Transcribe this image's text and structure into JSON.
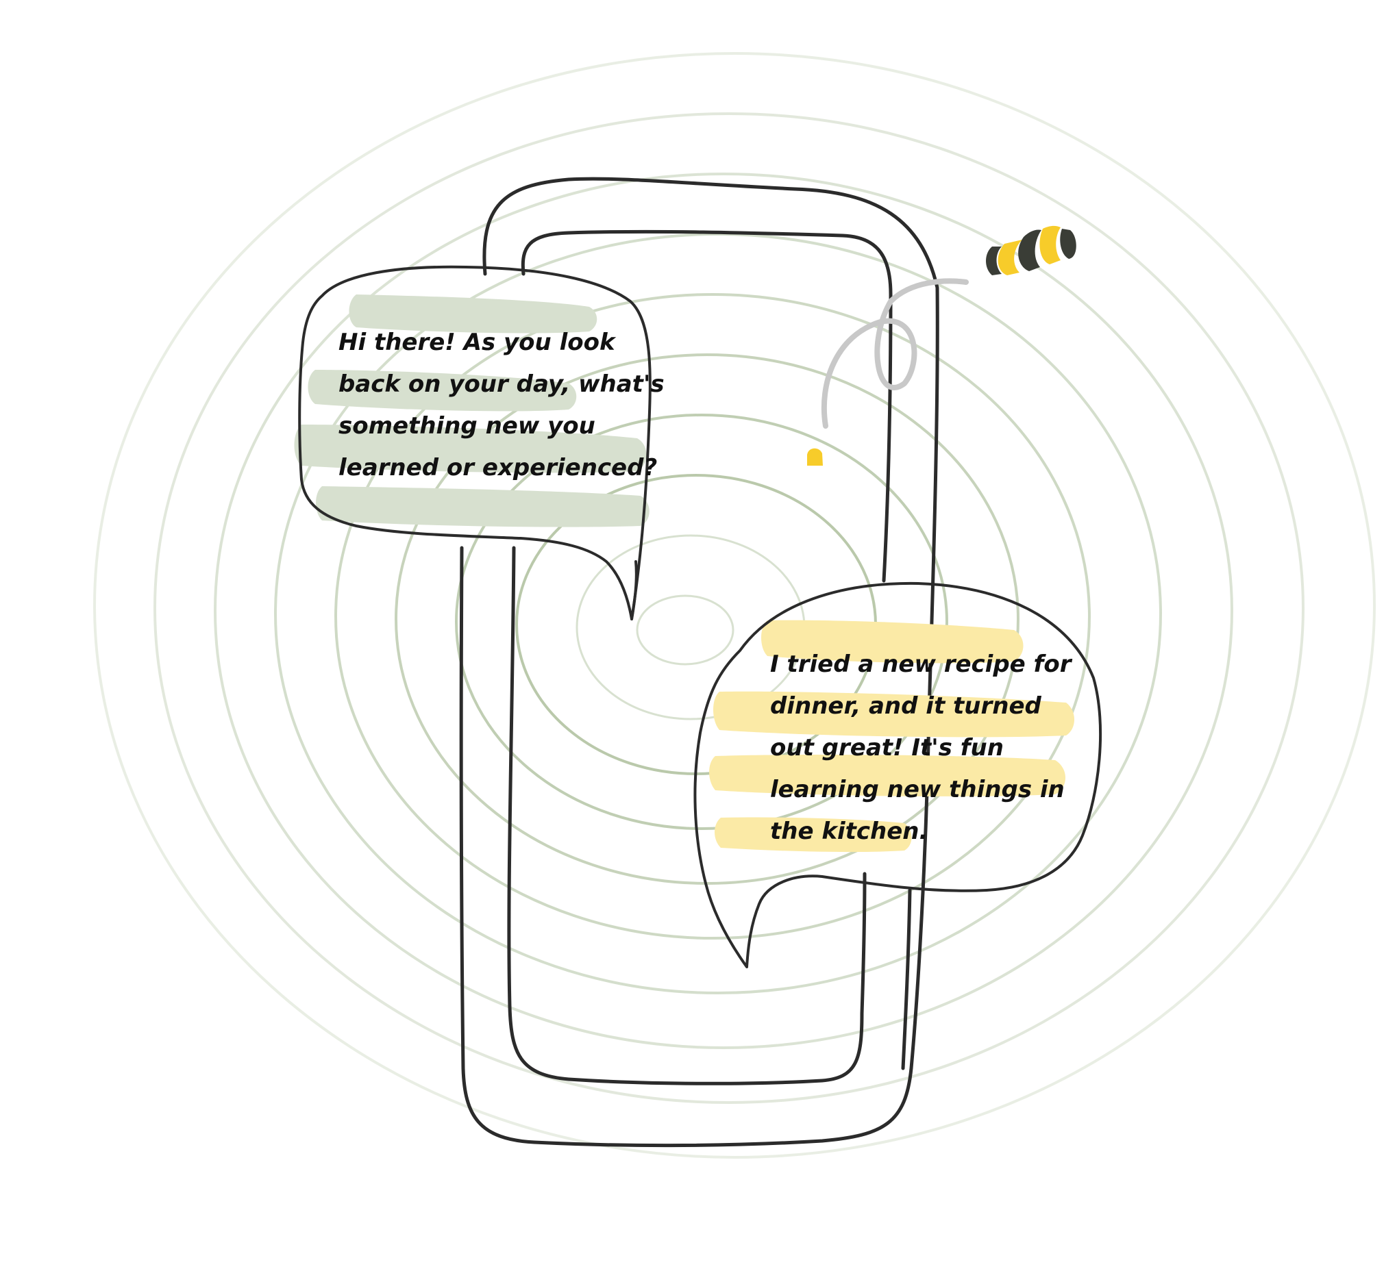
{
  "bot_message": {
    "lines": [
      "Hi there! As you look",
      "back on your day, what's",
      "something new you",
      "learned or experienced?"
    ]
  },
  "user_message": {
    "lines": [
      "I tried a new recipe for",
      "dinner, and it turned",
      "out great! It's fun",
      "learning new things in",
      "the kitchen."
    ]
  },
  "colors": {
    "background": "#ffffff",
    "ripple": "#8fa878",
    "ink": "#2b2b2b",
    "bot_highlight": "#d7e0cf",
    "user_highlight": "#fbeaa6",
    "bee_yellow": "#f7cc2a",
    "bee_dark": "#3a3d36",
    "trail": "#c8c8c8"
  },
  "icons": [
    "phone-outline",
    "chat-bubble",
    "bee-icon"
  ]
}
